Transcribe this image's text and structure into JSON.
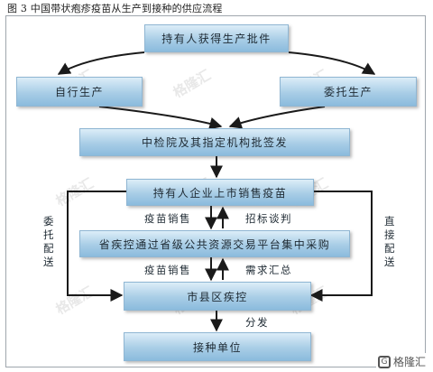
{
  "caption": "图 3 中国带状疱疹疫苗从生产到接种的供应流程",
  "boxes": {
    "approval_holder": "持有人获得生产批件",
    "self_production": "自行生产",
    "entrusted_production": "委托生产",
    "batch_release": "中检院及其指定机构批签发",
    "listed_sales": "持有人企业上市销售疫苗",
    "provincial_procurement": "省疾控通过省级公共资源交易平台集中采购",
    "city_county_cdc": "市县区疾控",
    "vaccination_unit": "接种单位"
  },
  "labels": {
    "vaccine_sales_1": "疫苗销售",
    "tender_negotiation": "招标谈判",
    "vaccine_sales_2": "疫苗销售",
    "demand_summary": "需求汇总",
    "distribution": "分发",
    "entrusted_distribution": [
      "委",
      "托",
      "配",
      "送"
    ],
    "direct_delivery": [
      "直",
      "接",
      "配",
      "送"
    ]
  },
  "watermark": "格隆汇",
  "colors": {
    "box_top": "#dcedf8",
    "box_bottom": "#8bbbdd",
    "arrow": "#1a1a1a"
  }
}
